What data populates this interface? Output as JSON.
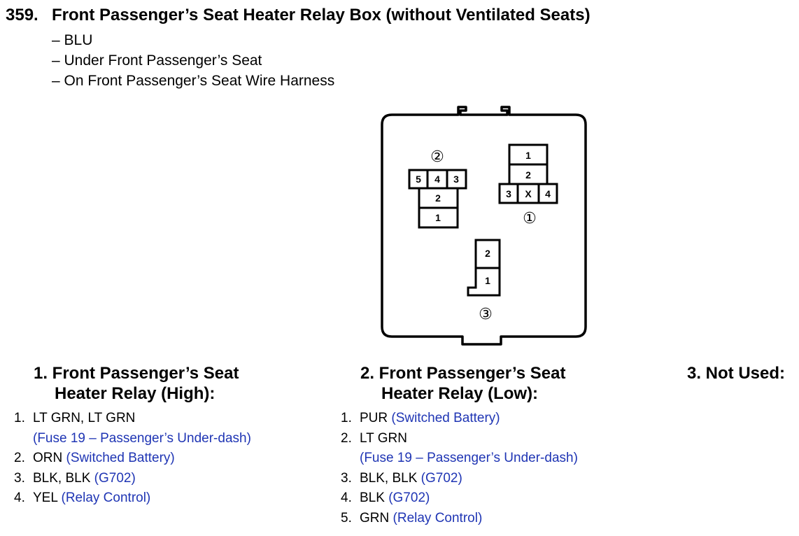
{
  "header": {
    "number": "359.",
    "title": "Front Passenger’s Seat Heater Relay Box (without Ventilated Seats)"
  },
  "locations": [
    "– BLU",
    "– Under Front Passenger’s Seat",
    "– On Front Passenger’s Seat Wire Harness"
  ],
  "diagram": {
    "connector_labels": [
      "①",
      "②",
      "③"
    ],
    "connector1_cells": [
      "1",
      "2",
      "3",
      "X",
      "4"
    ],
    "connector2_cells": [
      "5",
      "4",
      "3",
      "2",
      "1"
    ],
    "connector3_cells": [
      "2",
      "1"
    ]
  },
  "sections": [
    {
      "heading_line1": "1. Front Passenger’s Seat",
      "heading_line2": "Heater Relay (High):",
      "pins": [
        {
          "num": "1.",
          "wire": "LT GRN, LT GRN",
          "note": "(Fuse 19 – Passenger’s Under-dash)"
        },
        {
          "num": "2.",
          "wire": "ORN",
          "note": "(Switched Battery)"
        },
        {
          "num": "3.",
          "wire": "BLK, BLK",
          "note": "(G702)"
        },
        {
          "num": "4.",
          "wire": "YEL",
          "note": "(Relay Control)"
        }
      ]
    },
    {
      "heading_line1": "2. Front Passenger’s Seat",
      "heading_line2": "Heater Relay (Low):",
      "pins": [
        {
          "num": "1.",
          "wire": "PUR",
          "note": "(Switched Battery)"
        },
        {
          "num": "2.",
          "wire": "LT GRN",
          "note": "(Fuse 19 – Passenger’s Under-dash)"
        },
        {
          "num": "3.",
          "wire": "BLK, BLK",
          "note": "(G702)"
        },
        {
          "num": "4.",
          "wire": "BLK",
          "note": "(G702)"
        },
        {
          "num": "5.",
          "wire": "GRN",
          "note": "(Relay Control)"
        }
      ]
    },
    {
      "heading_line1": "3. Not Used:"
    }
  ]
}
